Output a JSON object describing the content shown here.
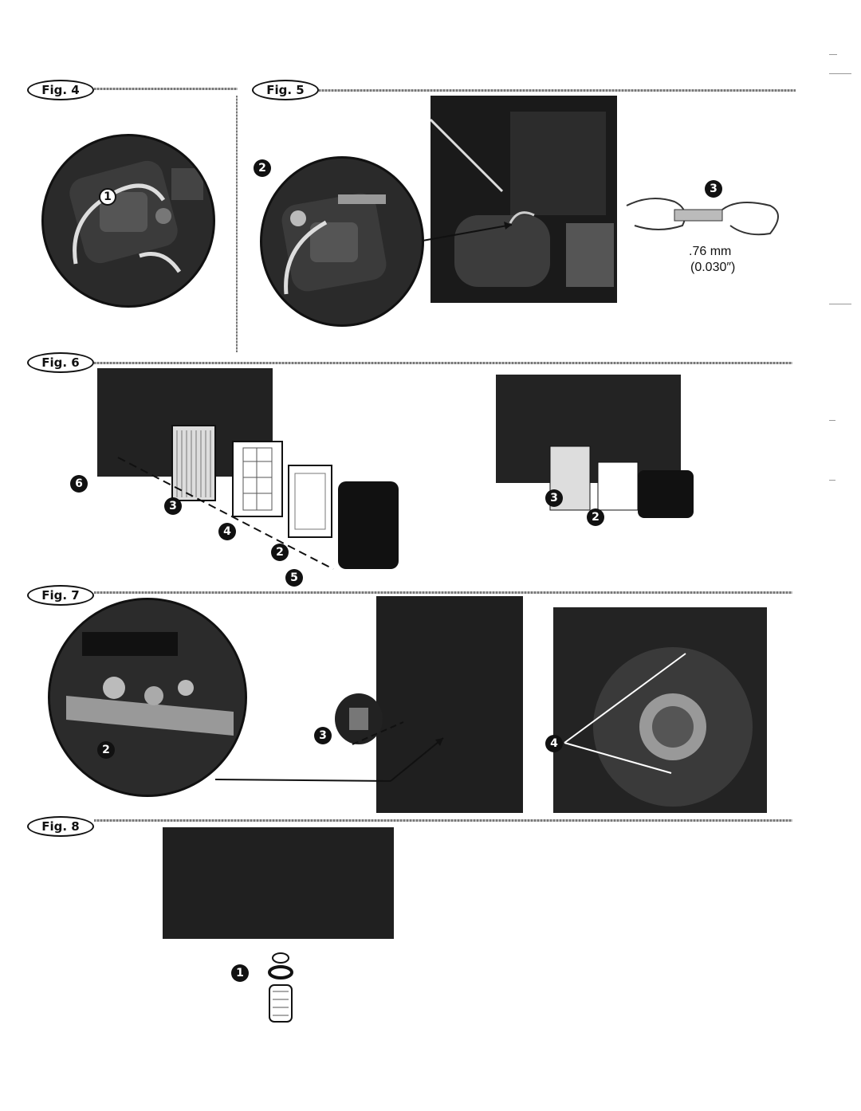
{
  "figures": {
    "fig4": {
      "label": "Fig. 4",
      "callouts": [
        "1"
      ]
    },
    "fig5": {
      "label": "Fig. 5",
      "callouts": [
        "2",
        "3"
      ],
      "gap_mm": ".76 mm",
      "gap_in": "(0.030″)"
    },
    "fig6": {
      "label": "Fig. 6",
      "callouts": [
        "6",
        "3",
        "4",
        "2",
        "5",
        "3",
        "2"
      ]
    },
    "fig7": {
      "label": "Fig. 7",
      "callouts": [
        "2",
        "3",
        "4"
      ]
    },
    "fig8": {
      "label": "Fig. 8",
      "callouts": [
        "1"
      ]
    }
  }
}
